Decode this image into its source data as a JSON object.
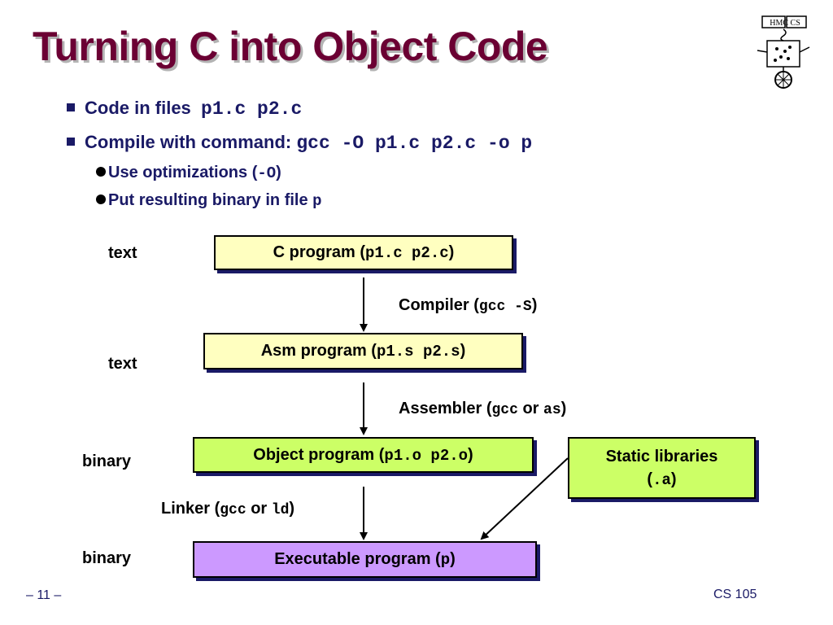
{
  "title": "Turning C into Object Code",
  "bullets": [
    {
      "text": "Code in files",
      "code": "p1.c p2.c"
    },
    {
      "text": "Compile with command:",
      "code": "gcc -O p1.c p2.c -o p"
    }
  ],
  "sub_bullets": [
    {
      "pre": "Use optimizations (",
      "code": "-O",
      "post": ")"
    },
    {
      "pre": "Put resulting binary in file ",
      "code": "p",
      "post": ""
    }
  ],
  "side_labels": [
    "text",
    "text",
    "binary",
    "binary"
  ],
  "boxes": {
    "c_program": {
      "pre": "C program (",
      "code": "p1.c p2.c",
      "post": ")"
    },
    "asm_program": {
      "pre": "Asm program (",
      "code": "p1.s p2.s",
      "post": ")"
    },
    "object_program": {
      "pre": "Object program (",
      "code": "p1.o p2.o",
      "post": ")"
    },
    "executable_program": {
      "pre": "Executable program (",
      "code": "p",
      "post": ")"
    },
    "static_libraries": {
      "line1": "Static libraries",
      "pre": "(",
      "code": ".a",
      "post": ")"
    }
  },
  "steps": {
    "compiler": {
      "pre": "Compiler (",
      "code": "gcc -S",
      "post": ")"
    },
    "assembler": {
      "pre": "Assembler (",
      "code1": "gcc",
      "mid": " or ",
      "code2": "as",
      "post": ")"
    },
    "linker": {
      "pre": "Linker (",
      "code1": "gcc",
      "mid": " or ",
      "code2": "ld",
      "post": ")"
    }
  },
  "logo": {
    "text": "HMC CS"
  },
  "footer": {
    "page": "– 11 –",
    "course": "CS 105"
  },
  "colors": {
    "title": "#6b0033",
    "bullet_text": "#1a1a66",
    "box_yellow": "#ffffc0",
    "box_green": "#ccff66",
    "box_purple": "#cc99ff"
  }
}
